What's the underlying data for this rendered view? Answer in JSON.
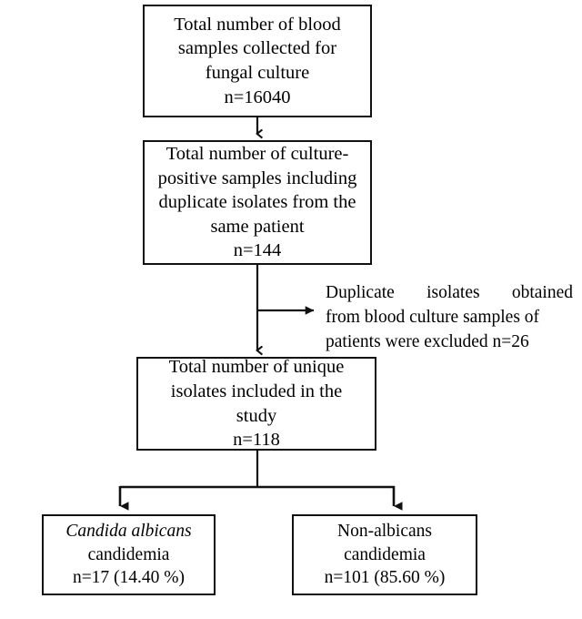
{
  "figure": {
    "type": "flowchart",
    "title": "Study isolate selection flowchart",
    "orientation": "top-to-bottom"
  },
  "nodes": {
    "total_samples": {
      "lines": [
        "Total number of blood",
        "samples collected for",
        "fungal culture",
        "n=16040"
      ],
      "count_label": "n=16040",
      "count": 16040
    },
    "culture_positive": {
      "lines": [
        "Total number of culture-",
        "positive samples including",
        "duplicate isolates from the",
        "same patient",
        "n=144"
      ],
      "count_label": "n=144",
      "count": 144
    },
    "unique_isolates": {
      "lines": [
        "Total number of unique",
        "isolates included in the",
        "study",
        "n=118"
      ],
      "count_label": "n=118",
      "count": 118
    },
    "albicans": {
      "species_line": "Candida albicans",
      "lines": [
        "candidemia",
        "n=17 (14.40 %)"
      ],
      "count_label": "n=17 (14.40 %)",
      "count": 17,
      "percent": 14.4
    },
    "non_albicans": {
      "lines": [
        "Non-albicans",
        "candidemia",
        "n=101 (85.60 %)"
      ],
      "count_label": "n=101 (85.60 %)",
      "count": 101,
      "percent": 85.6
    }
  },
  "annotations": {
    "excluded": {
      "lines": [
        "Duplicate isolates obtained",
        "from blood culture samples of",
        "patients were excluded n=26"
      ],
      "count_label": "n=26",
      "count": 26
    }
  },
  "colors": {
    "background": "#ffffff",
    "stroke": "#111111",
    "text": "#000000"
  }
}
